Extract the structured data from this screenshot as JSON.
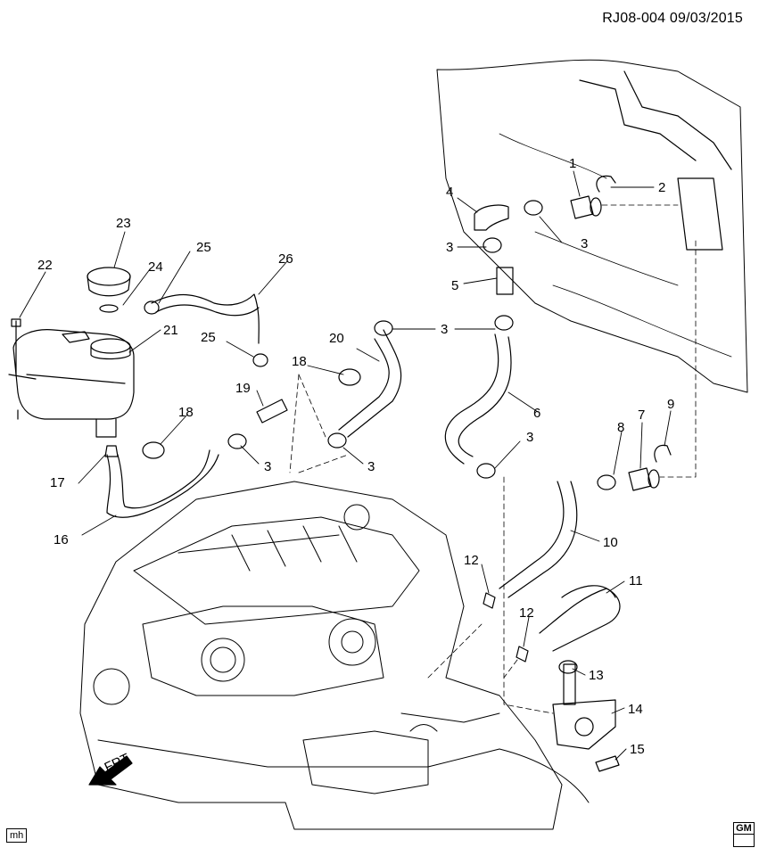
{
  "header": {
    "code": "RJ08-004",
    "date": "09/03/2015"
  },
  "footer": {
    "initials": "mh",
    "logo_text": "GM"
  },
  "orientation_label": "FRT",
  "callouts": [
    "1",
    "2",
    "3",
    "4",
    "5",
    "6",
    "7",
    "8",
    "9",
    "10",
    "11",
    "12",
    "13",
    "14",
    "15",
    "16",
    "17",
    "18",
    "19",
    "20",
    "21",
    "22",
    "23",
    "24",
    "25",
    "26"
  ]
}
